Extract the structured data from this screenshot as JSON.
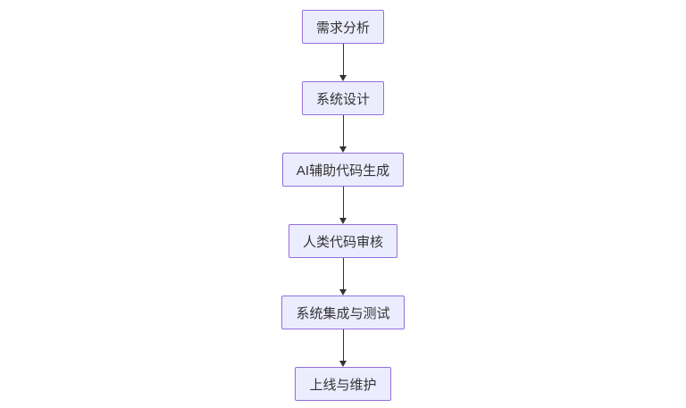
{
  "flowchart": {
    "type": "flowchart-vertical",
    "direction": "top-down",
    "nodes": [
      {
        "label": "需求分析"
      },
      {
        "label": "系统设计"
      },
      {
        "label": "AI辅助代码生成"
      },
      {
        "label": "人类代码审核"
      },
      {
        "label": "系统集成与测试"
      },
      {
        "label": "上线与维护"
      }
    ],
    "edges": [
      {
        "from": "需求分析",
        "to": "系统设计"
      },
      {
        "from": "系统设计",
        "to": "AI辅助代码生成"
      },
      {
        "from": "AI辅助代码生成",
        "to": "人类代码审核"
      },
      {
        "from": "人类代码审核",
        "to": "系统集成与测试"
      },
      {
        "from": "系统集成与测试",
        "to": "上线与维护"
      }
    ],
    "colors": {
      "node_fill": "#ECECFF",
      "node_border": "#9370DB",
      "arrow": "#333333",
      "text": "#333333",
      "background": "#FFFFFF"
    }
  }
}
